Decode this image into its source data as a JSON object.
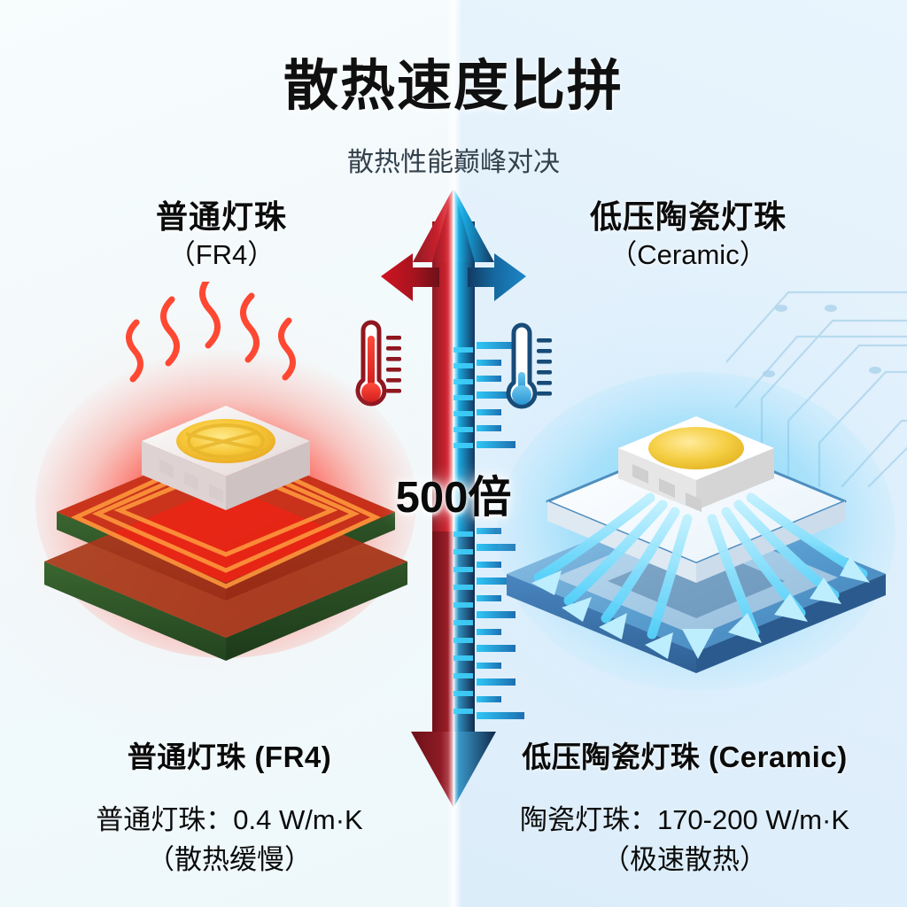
{
  "header": {
    "title": "散热速度比拼",
    "subtitle": "散热性能巅峰对决"
  },
  "comparison": {
    "ratio_badge": "500倍",
    "left": {
      "heading_line1": "普通灯珠",
      "heading_line2": "（FR4）",
      "caption_name": "普通灯珠 (FR4)",
      "caption_spec": "普通灯珠：0.4 W/m·K",
      "caption_note": "（散热缓慢）",
      "accent_color": "#e02020",
      "substrate_color": "#4f7a3a",
      "thermometer_icon": "thermometer-hot-icon",
      "heat_icon": "heat-waves-icon"
    },
    "right": {
      "heading_line1": "低压陶瓷灯珠",
      "heading_line2": "（Ceramic）",
      "caption_name": "低压陶瓷灯珠 (Ceramic)",
      "caption_spec": "陶瓷灯珠：170-200 W/m·K",
      "caption_note": "（极速散热）",
      "accent_color": "#2196d8",
      "substrate_color": "#4a86c4",
      "thermometer_icon": "thermometer-cold-icon",
      "heat_icon": "heat-dissipation-arrows-icon"
    }
  },
  "theme": {
    "bg_left": "#f3fafc",
    "bg_right": "#e2f0fb",
    "title_color": "#101010",
    "subtitle_color": "#33414c",
    "hot_red": "#d21f2a",
    "cold_blue": "#1b4f82",
    "cyan": "#29c4f5",
    "led_yellow": "#f2c63c"
  }
}
